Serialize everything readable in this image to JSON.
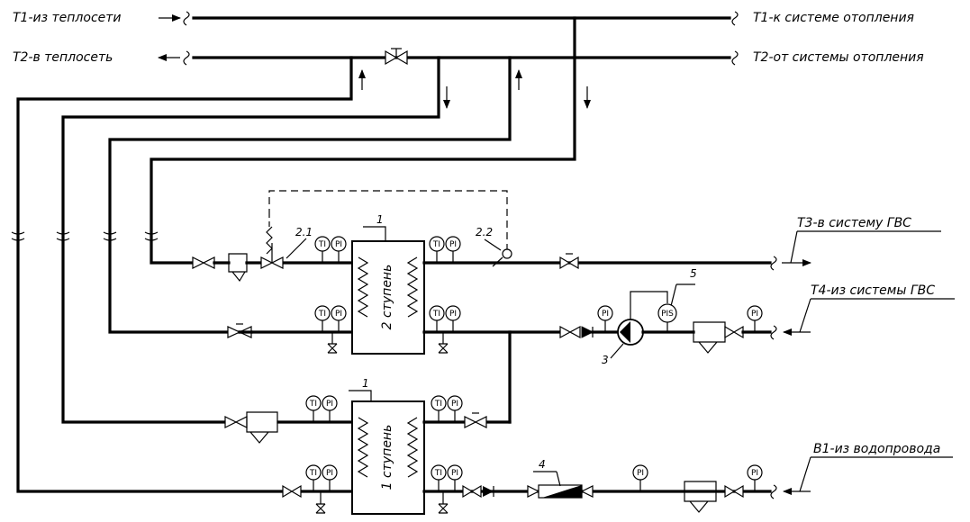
{
  "labels": {
    "t1_from": "Т1-из теплосети",
    "t2_to": "Т2-в теплосеть",
    "t1_to_heating": "Т1-к системе отопления",
    "t2_from_heating": "Т2-от системы отопления",
    "t3_to_dhw": "Т3-в систему ГВС",
    "t4_from_dhw": "Т4-из системы ГВС",
    "b1_from_water": "В1-из водопровода"
  },
  "exchangers": {
    "stage2": "2 ступень",
    "stage1": "1 ступень"
  },
  "callouts": {
    "hx_upper": "1",
    "hx_lower": "1",
    "valve_21": "2.1",
    "valve_22": "2.2",
    "pump": "3",
    "meter": "4",
    "pis": "5"
  },
  "instruments": {
    "ti": "TI",
    "pi": "PI",
    "pis": "PIS"
  }
}
